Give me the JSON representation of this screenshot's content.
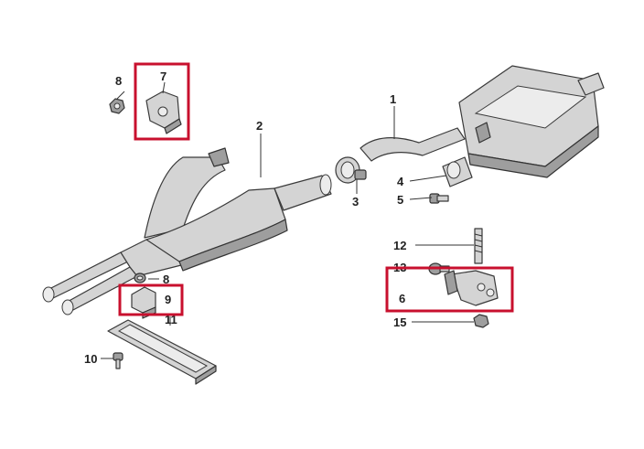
{
  "colors": {
    "highlight": "#c8102e"
  },
  "callouts": {
    "c1": "1",
    "c2": "2",
    "c3": "3",
    "c4": "4",
    "c5": "5",
    "c6": "6",
    "c7": "7",
    "c8a": "8",
    "c8b": "8",
    "c9": "9",
    "c10": "10",
    "c11": "11",
    "c12": "12",
    "c13": "13",
    "c15": "15"
  },
  "highlight_icon": "red-box-icon"
}
